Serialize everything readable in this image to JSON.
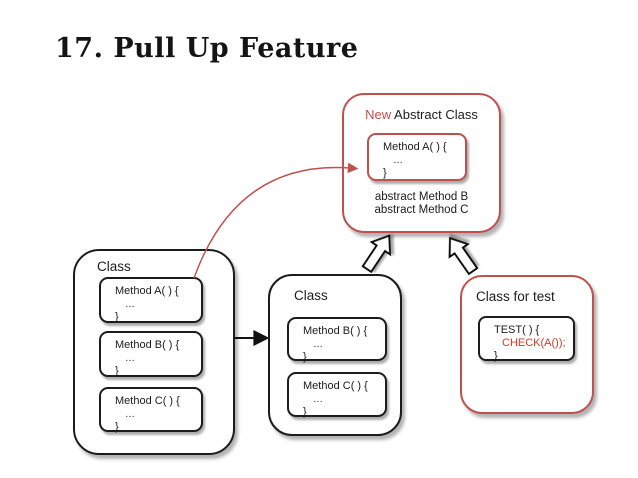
{
  "title": "17. Pull Up Feature",
  "colors": {
    "red": "#c0504d",
    "code_red": "#cc3b28",
    "black": "#1c1c1c"
  },
  "abstract_class": {
    "label_prefix": "New",
    "label": "Abstract Class",
    "method": {
      "l1": "Method A( ) {",
      "l2": "…",
      "l3": "}"
    },
    "abstract_methods": [
      "abstract Method B",
      "abstract Method C"
    ]
  },
  "left_class": {
    "label": "Class",
    "methods": [
      {
        "l1": "Method A( ) {",
        "l2": "…",
        "l3": "}"
      },
      {
        "l1": "Method B( ) {",
        "l2": "…",
        "l3": "}"
      },
      {
        "l1": "Method C( ) {",
        "l2": "…",
        "l3": "}"
      }
    ]
  },
  "middle_class": {
    "label": "Class",
    "methods": [
      {
        "l1": "Method B( ) {",
        "l2": "…",
        "l3": "}"
      },
      {
        "l1": "Method C( ) {",
        "l2": "…",
        "l3": "}"
      }
    ]
  },
  "test_class": {
    "label": "Class for test",
    "test": {
      "l1": "TEST( ) {",
      "l2": "CHECK(A());",
      "l3": "}"
    }
  }
}
